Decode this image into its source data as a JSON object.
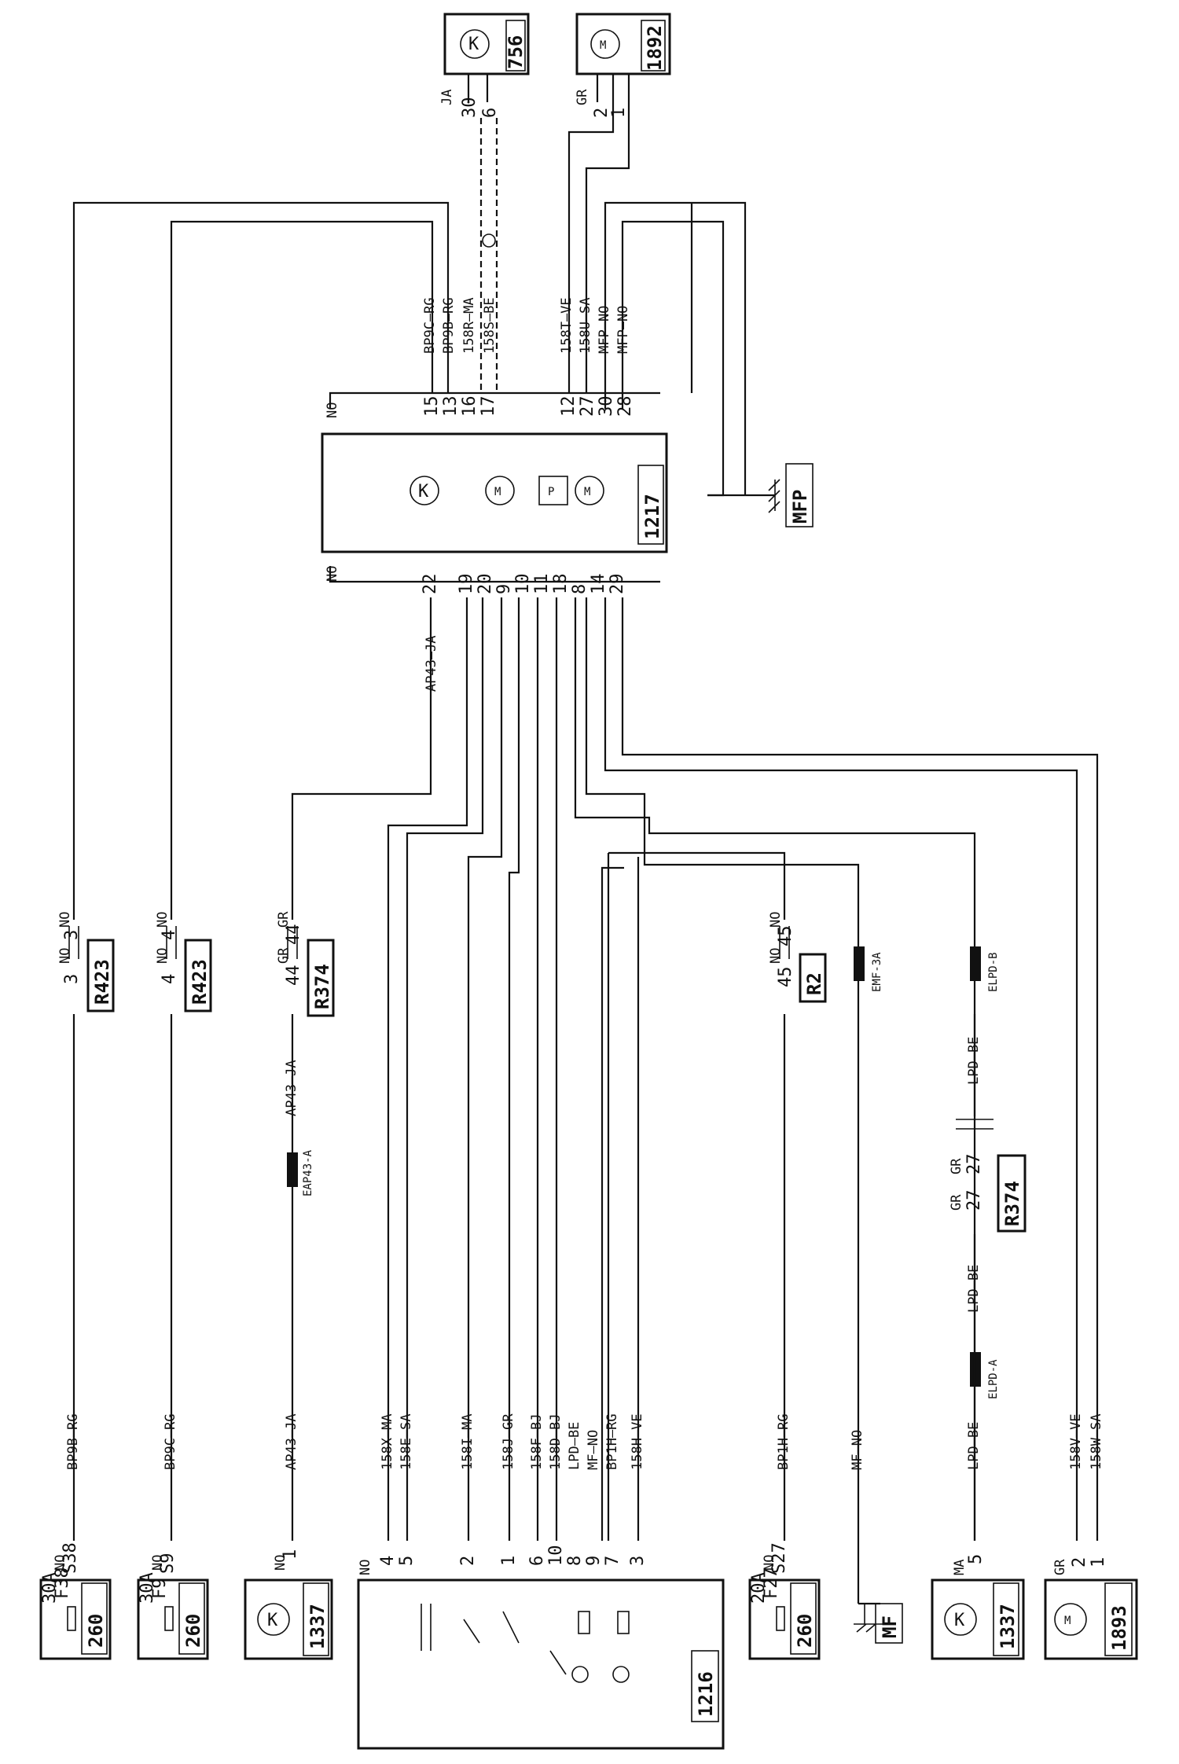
{
  "components": {
    "c756": "756",
    "c1892": "1892",
    "c1217": "1217",
    "c1216": "1216",
    "c1337a": "1337",
    "c1337b": "1337",
    "c1893": "1893",
    "c260a": "260",
    "c260b": "260",
    "c260c": "260",
    "mfp": "MFP",
    "mf": "MF"
  },
  "connectors": {
    "r423a": "R423",
    "r423b": "R423",
    "r374a": "R374",
    "r374b": "R374",
    "r2": "R2"
  },
  "fuses": {
    "f38_rating": "30A",
    "f38_name": "F38",
    "f38_slot": "S38",
    "f9_rating": "30A",
    "f9_name": "F9",
    "f9_slot": "S9",
    "f27_rating": "20A",
    "f27_name": "F27",
    "f27_slot": "S27"
  },
  "splices": {
    "eap43a": "EAP43-A",
    "emf3a": "EMF-3A",
    "elpdb": "ELPD-B",
    "elpda": "ELPD-A"
  },
  "wires": {
    "bp9b_rg": "BP9B—RG",
    "bp9c_rg": "BP9C—RG",
    "bp9b_rg_top": "BP9B—RG",
    "bp9c_rg_top": "BP9C—RG",
    "ap43_ja": "AP43—JA",
    "ap43_ja_mid": "AP43—JA",
    "ap43_ja_top": "AP43—JA",
    "w158x_ma": "158X—MA",
    "w158e_sa": "158E—SA",
    "w158i_ma": "158I—MA",
    "w158j_gr": "158J—GR",
    "w158f_bj": "158F—BJ",
    "w158d_bj": "158D—BJ",
    "lpd_be": "LPD—BE",
    "mf_no": "MF—NO",
    "bp1h_rg_l": "BP1H—RG",
    "w158h_ve": "158H—VE",
    "bp1h_rg": "BP1H—RG",
    "mf_no2": "MF—NO",
    "lpd_be2": "LPD—BE",
    "lpd_be3": "LPD—BE",
    "lpd_be4": "LPD—BE",
    "w158v_ve": "158V—VE",
    "w158w_sa": "158W—SA",
    "w158r_ma": "158R—MA",
    "w158s_be": "158S—BE",
    "w158t_ve": "158T—VE",
    "w158u_sa": "158U—SA",
    "mfp_no1": "MFP—NO",
    "mfp_no2": "MFP—NO"
  },
  "colors": {
    "no": "NO",
    "gr": "GR",
    "ja": "JA",
    "ma": "MA"
  },
  "pins": {
    "p15": "15",
    "p13": "13",
    "p16": "16",
    "p17": "17",
    "p12": "12",
    "p27": "27",
    "p30": "30",
    "p28": "28",
    "p22": "22",
    "p19": "19",
    "p20": "20",
    "p9": "9",
    "p10": "10",
    "p11": "11",
    "p18": "18",
    "p8": "8",
    "p14": "14",
    "p29": "29",
    "c756_30": "30",
    "c756_6": "6",
    "c1892_2": "2",
    "c1892_1": "1",
    "r423_3l": "3",
    "r423_3r": "3",
    "r423_4l": "4",
    "r423_4r": "4",
    "r374_44l": "44",
    "r374_44r": "44",
    "r374_27l": "27",
    "r374_27r": "27",
    "r2_45l": "45",
    "r2_45r": "45",
    "c1337a_1": "1",
    "c1337b_5": "5",
    "c1893_2": "2",
    "c1893_1": "1",
    "c1216_4": "4",
    "c1216_5": "5",
    "c1216_2": "2",
    "c1216_1": "1",
    "c1216_6": "6",
    "c1216_10": "10",
    "c1216_8": "8",
    "c1216_9": "9",
    "c1216_7": "7",
    "c1216_3": "3"
  }
}
